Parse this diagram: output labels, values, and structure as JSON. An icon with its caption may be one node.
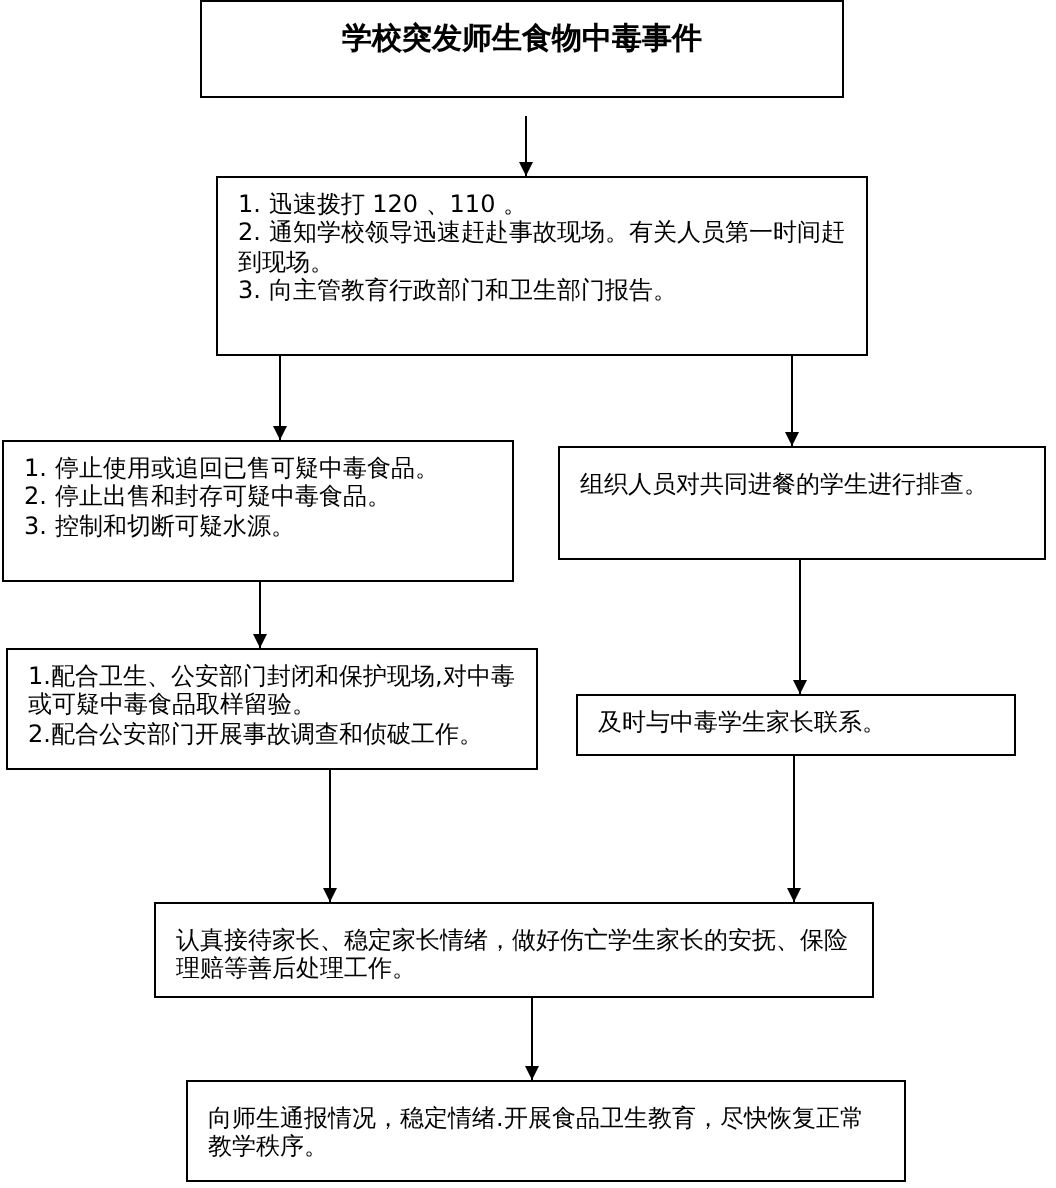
{
  "diagram": {
    "nodes": [
      {
        "text": [
          "学校突发师生食物中毒事件"
        ]
      },
      {
        "text": [
          "1. 迅速拨打 120 、110 。",
          "2. 通知学校领导迅速赶赴事故现场。有关人员第一时间赶到现场。",
          "3. 向主管教育行政部门和卫生部门报告。"
        ]
      },
      {
        "text": [
          "1. 停止使用或追回已售可疑中毒食品。",
          "2. 停止出售和封存可疑中毒食品。",
          "3. 控制和切断可疑水源。"
        ]
      },
      {
        "text": [
          "组织人员对共同进餐的学生进行排查。"
        ]
      },
      {
        "text": [
          "1.配合卫生、公安部门封闭和保护现场,对中毒或可疑中毒食品取样留验。",
          "2.配合公安部门开展事故调查和侦破工作。"
        ]
      },
      {
        "text": [
          "及时与中毒学生家长联系。"
        ]
      },
      {
        "text": [
          "认真接待家长、稳定家长情绪，做好伤亡学生家长的安抚、保险理赔等善后处理工作。"
        ]
      },
      {
        "text": [
          "向师生通报情况，稳定情绪.开展食品卫生教育，尽快恢复正常教学秩序。"
        ]
      }
    ],
    "edges": [
      {
        "from": 0,
        "to": 1,
        "arrow": "to"
      },
      {
        "from": 1,
        "to": 2,
        "arrow": "to"
      },
      {
        "from": 1,
        "to": 3,
        "arrow": "to"
      },
      {
        "from": 2,
        "to": 4,
        "arrow": "to"
      },
      {
        "from": 3,
        "to": 5,
        "arrow": "to"
      },
      {
        "from": 4,
        "to": 6,
        "arrow": "to"
      },
      {
        "from": 5,
        "to": 6,
        "arrow": "to"
      },
      {
        "from": 6,
        "to": 7,
        "arrow": "to"
      }
    ]
  }
}
